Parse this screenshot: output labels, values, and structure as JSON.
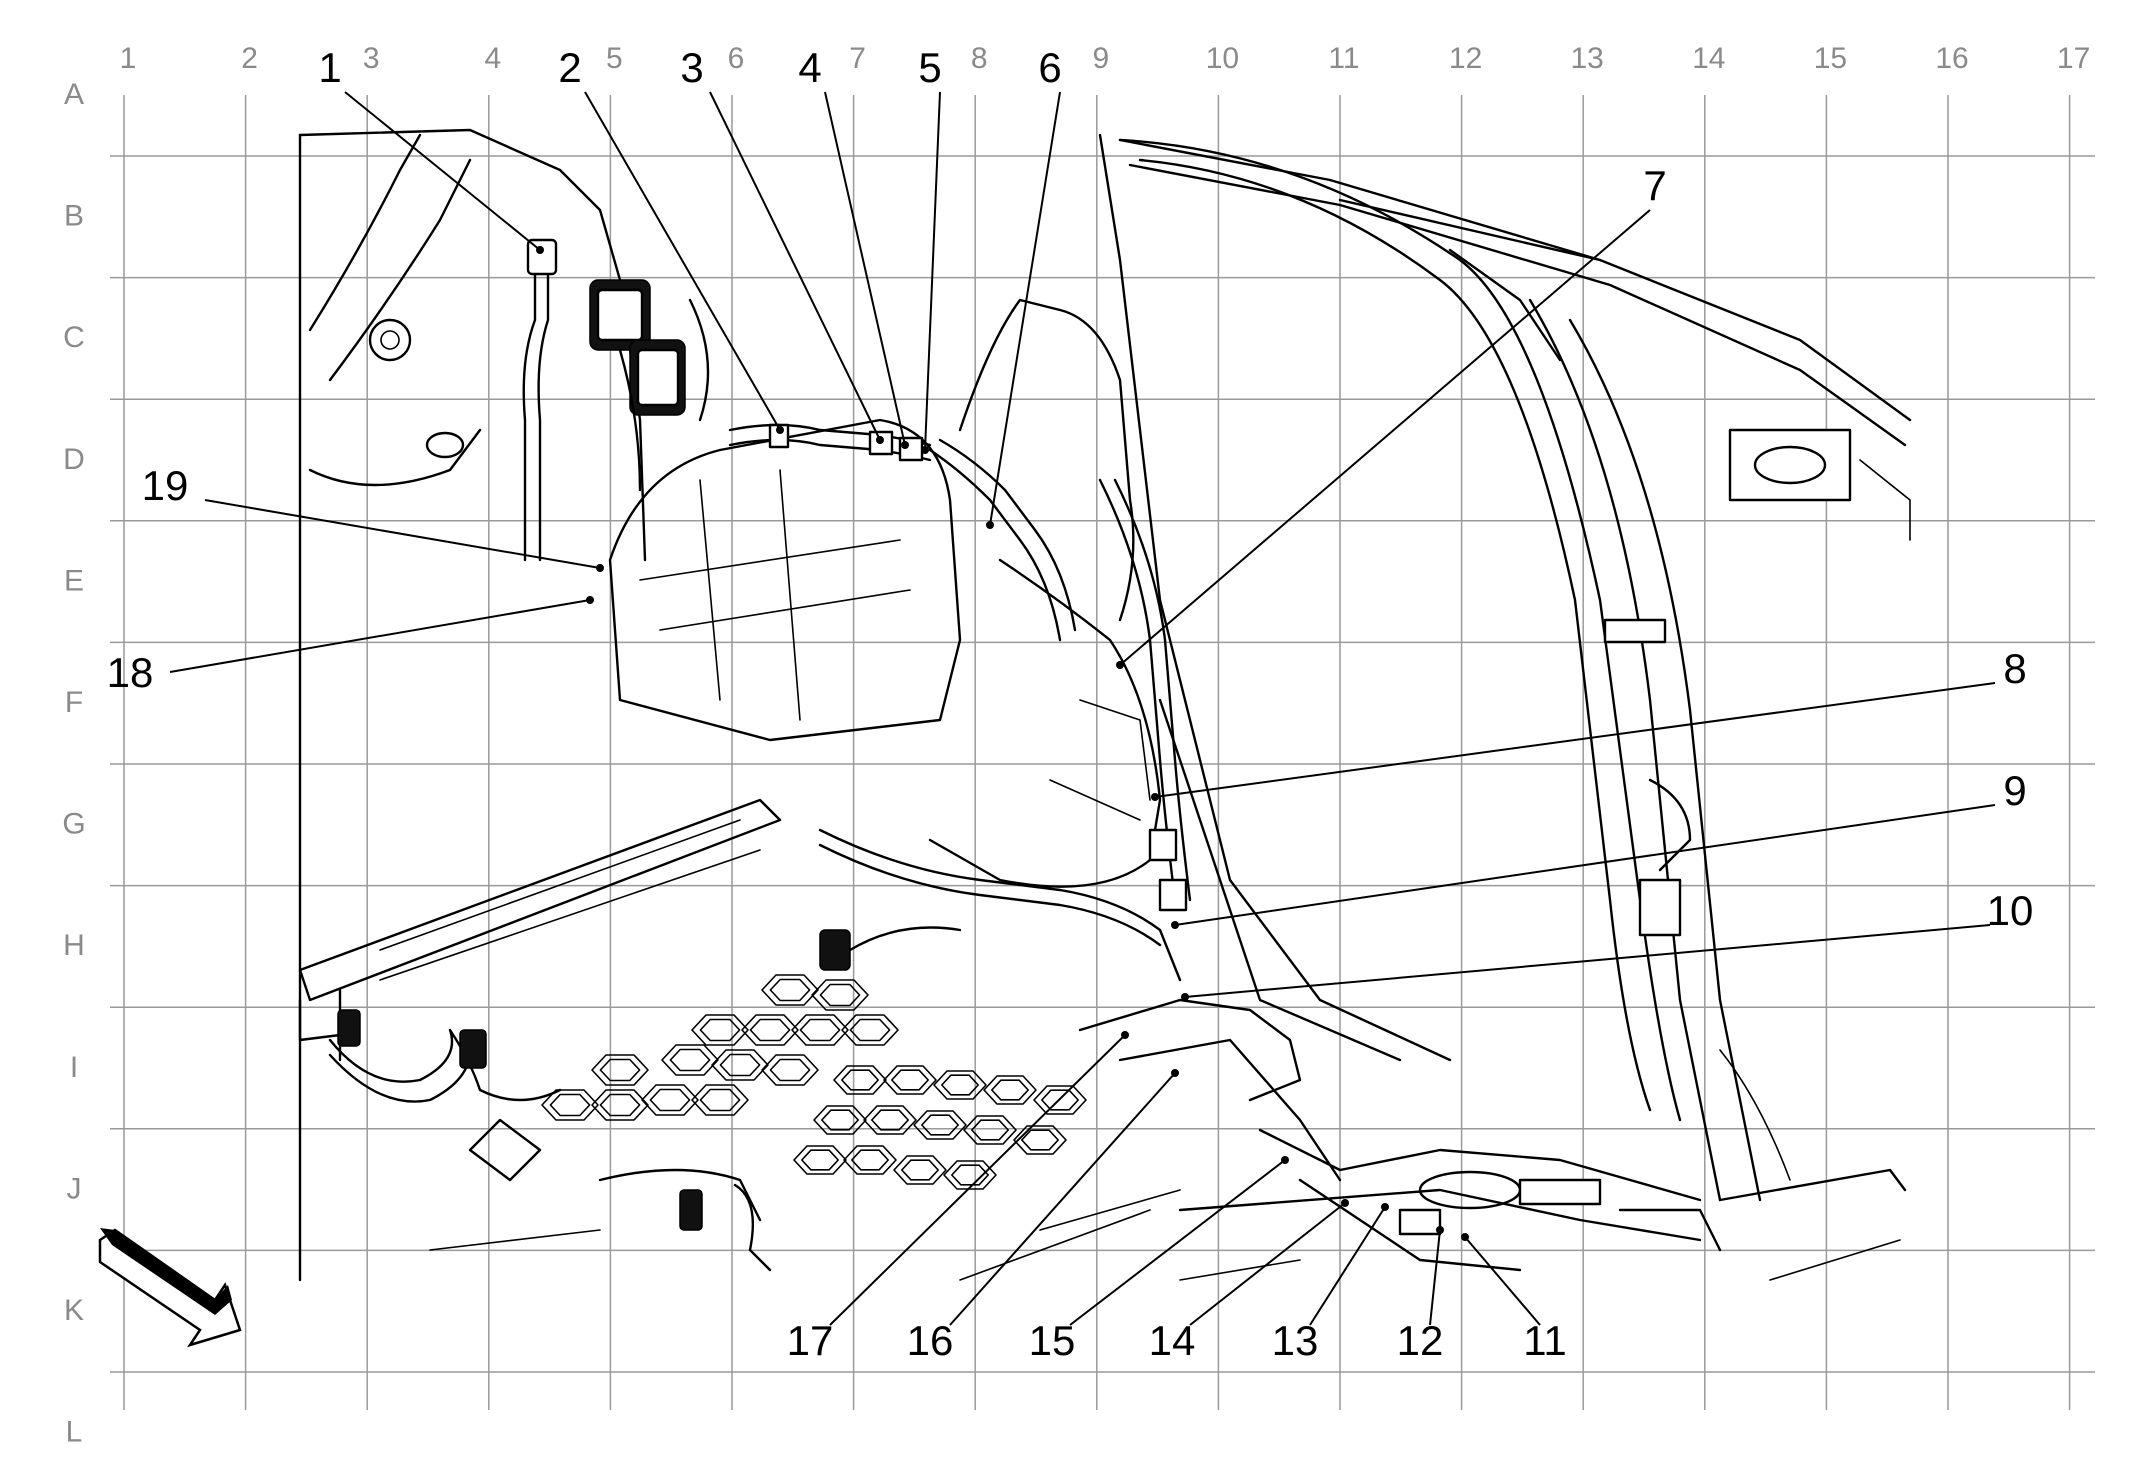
{
  "grid": {
    "columns": [
      "1",
      "2",
      "3",
      "4",
      "5",
      "6",
      "7",
      "8",
      "9",
      "10",
      "11",
      "12",
      "13",
      "14",
      "15",
      "16",
      "17"
    ],
    "rows": [
      "A",
      "B",
      "C",
      "D",
      "E",
      "F",
      "G",
      "H",
      "I",
      "J",
      "K",
      "L"
    ]
  },
  "callouts": [
    {
      "label": "1"
    },
    {
      "label": "2"
    },
    {
      "label": "3"
    },
    {
      "label": "4"
    },
    {
      "label": "5"
    },
    {
      "label": "6"
    },
    {
      "label": "7"
    },
    {
      "label": "8"
    },
    {
      "label": "9"
    },
    {
      "label": "10"
    },
    {
      "label": "11"
    },
    {
      "label": "12"
    },
    {
      "label": "13"
    },
    {
      "label": "14"
    },
    {
      "label": "15"
    },
    {
      "label": "16"
    },
    {
      "label": "17"
    },
    {
      "label": "18"
    },
    {
      "label": "19"
    }
  ],
  "icons": {
    "orientation_arrow": "direction-arrow-icon"
  }
}
